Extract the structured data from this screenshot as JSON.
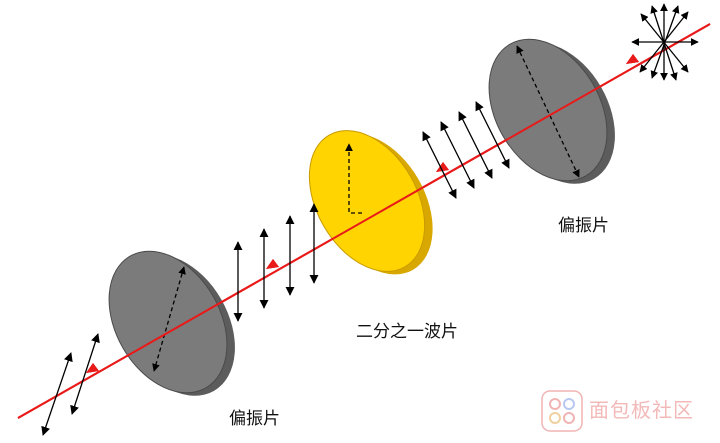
{
  "labels": {
    "polarizer_right": "偏振片",
    "half_wave_plate": "二分之一波片",
    "polarizer_left": "偏振片"
  },
  "watermark": {
    "text": "面包板社区"
  },
  "colors": {
    "beam": "#e81a1a",
    "polarizer_fill": "#7b7b7b",
    "polarizer_edge": "#5c5c5c",
    "waveplate_fill": "#ffd400",
    "waveplate_edge": "#d9a800",
    "arrow": "#000000",
    "watermark": "#f0a8a8"
  },
  "icons": [
    "polarization-arrow-icon",
    "beam-direction-icon",
    "watermark-logo-icon"
  ]
}
